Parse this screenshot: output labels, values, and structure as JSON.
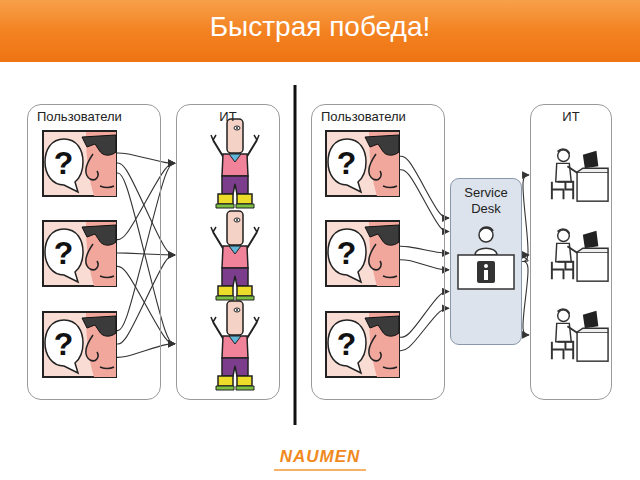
{
  "diagram": {
    "title": "Быстрая победа!",
    "nodes": [
      {
        "text": [
          "Пользователи"
        ]
      },
      {
        "text": [
          "?"
        ],
        "in": 0
      },
      {
        "text": [
          "?"
        ],
        "in": 0
      },
      {
        "text": [
          "?"
        ],
        "in": 0
      },
      {
        "text": [
          "ИТ"
        ]
      },
      {
        "text": [
          "Пользователи"
        ]
      },
      {
        "text": [
          "?"
        ],
        "in": 5
      },
      {
        "text": [
          "?"
        ],
        "in": 5
      },
      {
        "text": [
          "?"
        ],
        "in": 5
      },
      {
        "text": [
          "Service Desk"
        ]
      },
      {
        "text": [
          "ИТ"
        ]
      }
    ],
    "edges": [
      {
        "from": 1,
        "to": 4,
        "arrow": "to"
      },
      {
        "from": 1,
        "to": 4,
        "arrow": "to"
      },
      {
        "from": 1,
        "to": 4,
        "arrow": "to"
      },
      {
        "from": 2,
        "to": 4,
        "arrow": "to"
      },
      {
        "from": 2,
        "to": 4,
        "arrow": "to"
      },
      {
        "from": 2,
        "to": 4,
        "arrow": "to"
      },
      {
        "from": 3,
        "to": 4,
        "arrow": "to"
      },
      {
        "from": 3,
        "to": 4,
        "arrow": "to"
      },
      {
        "from": 3,
        "to": 4,
        "arrow": "to"
      },
      {
        "from": 6,
        "to": 9,
        "arrow": "to"
      },
      {
        "from": 6,
        "to": 9,
        "arrow": "to"
      },
      {
        "from": 7,
        "to": 9,
        "arrow": "to"
      },
      {
        "from": 7,
        "to": 9,
        "arrow": "to"
      },
      {
        "from": 8,
        "to": 9,
        "arrow": "to"
      },
      {
        "from": 8,
        "to": 9,
        "arrow": "to"
      },
      {
        "from": 9,
        "to": 10,
        "arrow": "to"
      },
      {
        "from": 9,
        "to": 10,
        "arrow": "to"
      },
      {
        "from": 9,
        "to": 10,
        "arrow": "to"
      }
    ],
    "labels": [
      "NAUMEN"
    ]
  }
}
